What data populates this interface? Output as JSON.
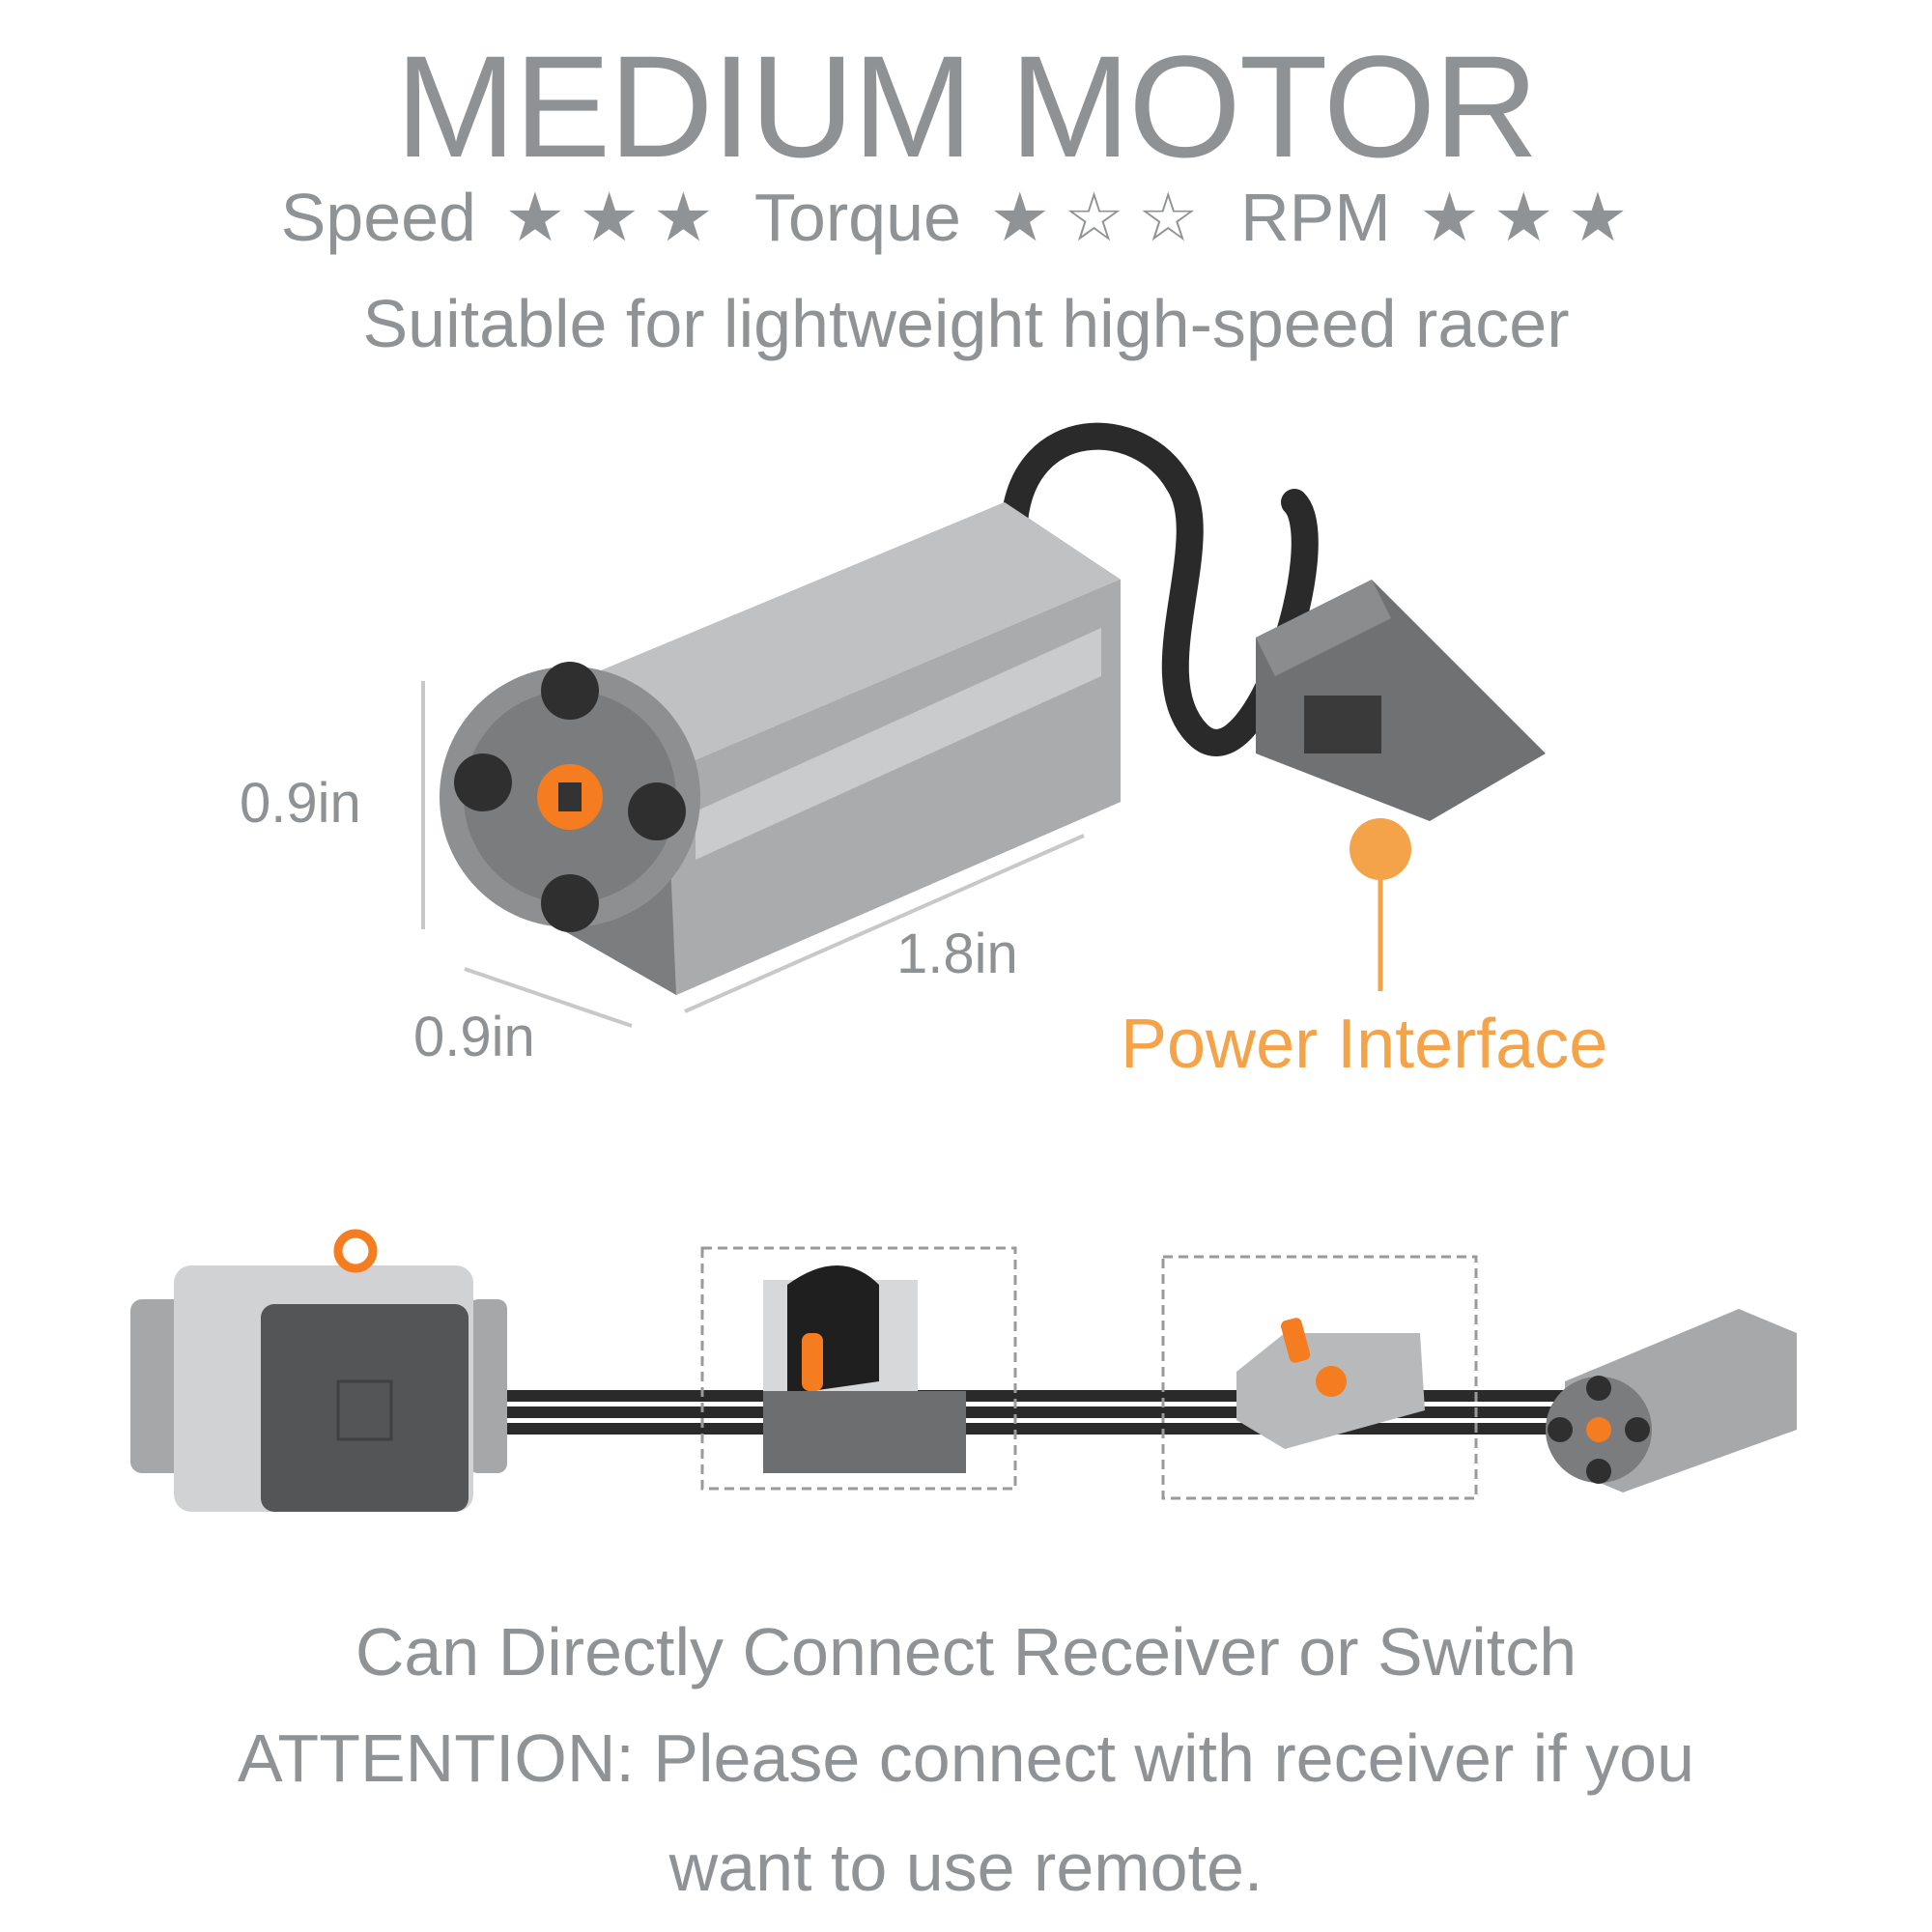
{
  "title": "MEDIUM MOTOR",
  "ratings": [
    {
      "label": "Speed",
      "stars": "★★★",
      "value": 3
    },
    {
      "label": "Torque",
      "stars": "★☆☆",
      "value": 1
    },
    {
      "label": "RPM",
      "stars": "★★★",
      "value": 3
    }
  ],
  "subtitle": "Suitable for lightweight high-speed racer",
  "dimensions": {
    "height": "0.9in",
    "width": "0.9in",
    "length": "1.8in"
  },
  "callout": "Power Interface",
  "footer": {
    "line1": "Can Directly Connect Receiver or Switch",
    "line2": "ATTENTION: Please connect with receiver if you",
    "line3": "want to use remote."
  },
  "colors": {
    "text": "#909396",
    "accent": "#f4a348",
    "orange": "#f57c1f"
  }
}
